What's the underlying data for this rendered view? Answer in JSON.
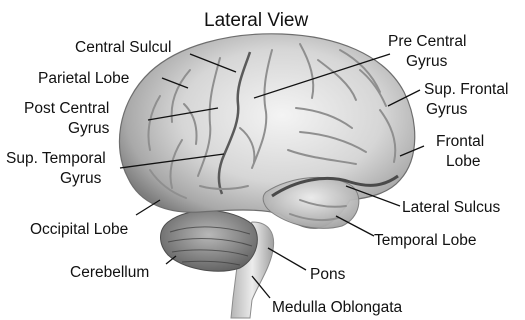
{
  "diagram": {
    "title": "Lateral  View",
    "labels": {
      "central_sulcul": "Central Sulcul",
      "parietal_lobe": "Parietal Lobe",
      "post_central_gyrus_1": "Post Central",
      "post_central_gyrus_2": "Gyrus",
      "sup_temporal_gyrus_1": "Sup. Temporal",
      "sup_temporal_gyrus_2": "Gyrus",
      "occipital_lobe": "Occipital Lobe",
      "cerebellum": "Cerebellum",
      "pre_central_gyrus_1": "Pre Central",
      "pre_central_gyrus_2": "Gyrus",
      "sup_frontal_gyrus_1": "Sup. Frontal",
      "sup_frontal_gyrus_2": "Gyrus",
      "frontal_lobe_1": "Frontal",
      "frontal_lobe_2": "Lobe",
      "lateral_sulcus": "Lateral Sulcus",
      "temporal_lobe": "Temporal Lobe",
      "pons": "Pons",
      "medulla_oblongata": "Medulla Oblongata"
    },
    "colors": {
      "line": "#111111",
      "brain_fill": "#d9d9d9",
      "brain_shadow": "#8a8a8a"
    }
  }
}
